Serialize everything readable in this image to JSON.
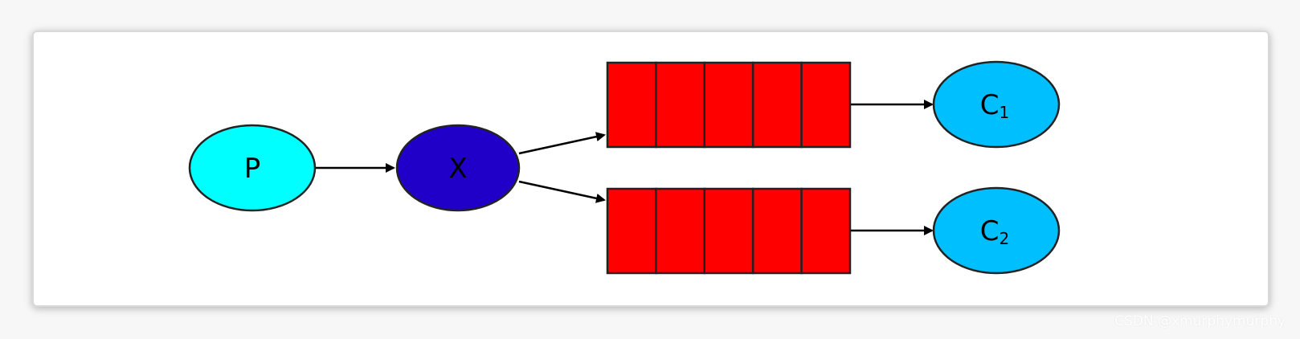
{
  "nodes": {
    "producer": {
      "label": "P",
      "color": "#00ffff"
    },
    "exchange": {
      "label": "X",
      "color": "#2000c8"
    },
    "consumer1": {
      "label": "C",
      "sub": "1",
      "color": "#00bfff"
    },
    "consumer2": {
      "label": "C",
      "sub": "2",
      "color": "#00bfff"
    }
  },
  "queues": {
    "color": "#ff0000",
    "cells_per_queue": 5
  },
  "watermark": "CSDN @xmurphymurphy"
}
